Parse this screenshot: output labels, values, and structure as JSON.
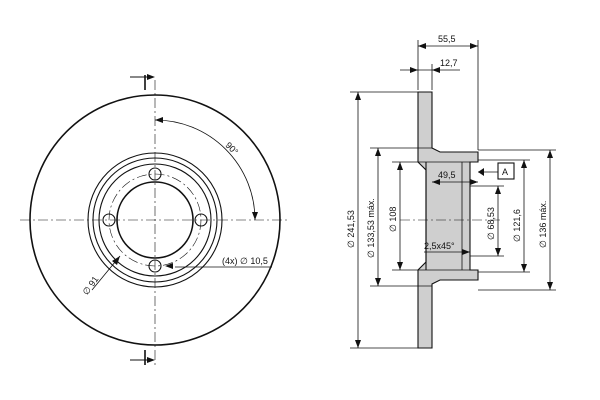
{
  "front_view": {
    "angle_label": "90°",
    "bolt_holes_label": "(4x) ∅ 10,5",
    "hub_diameter_label": "∅ 91"
  },
  "section_view": {
    "total_height_label": "55,5",
    "flange_thickness_label": "12,7",
    "hub_depth_label": "49,5",
    "chamfer_label": "2,5x45°",
    "datum_label": "A",
    "diameters": [
      "∅ 241,53",
      "∅ 133,53 máx.",
      "∅ 108",
      "∅ 68,53",
      "∅ 121,6",
      "∅ 136 máx."
    ]
  }
}
